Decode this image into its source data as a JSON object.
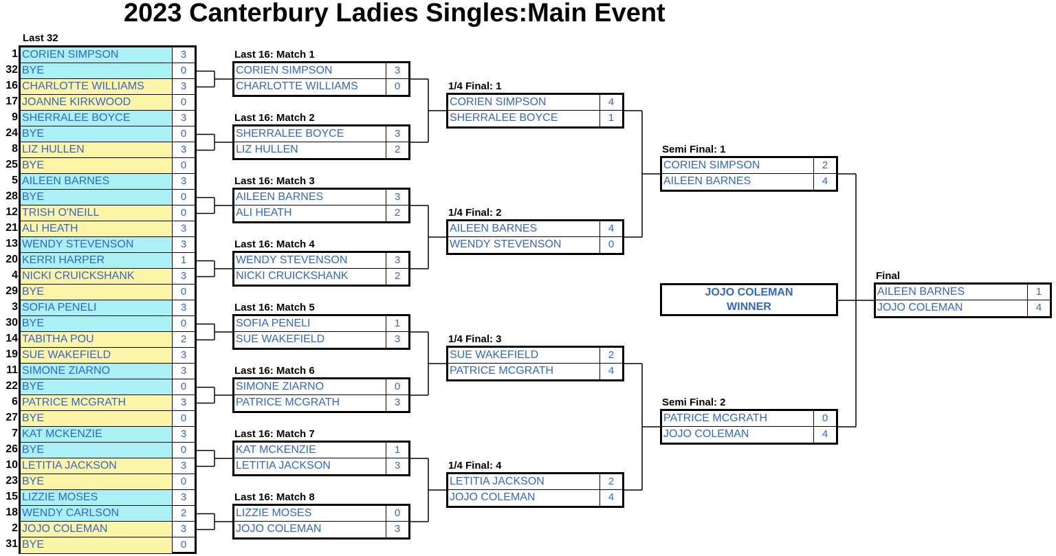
{
  "title": "2023 Canterbury Ladies Singles:Main Event",
  "last32": {
    "label": "Last 32",
    "rows": [
      {
        "seed": "1",
        "name": "CORIEN SIMPSON",
        "score": "3"
      },
      {
        "seed": "32",
        "name": "BYE",
        "score": "0"
      },
      {
        "seed": "16",
        "name": "CHARLOTTE WILLIAMS",
        "score": "3"
      },
      {
        "seed": "17",
        "name": "JOANNE KIRKWOOD",
        "score": "0"
      },
      {
        "seed": "9",
        "name": "SHERRALEE BOYCE",
        "score": "3"
      },
      {
        "seed": "24",
        "name": "BYE",
        "score": "0"
      },
      {
        "seed": "8",
        "name": "LIZ HULLEN",
        "score": "3"
      },
      {
        "seed": "25",
        "name": "BYE",
        "score": "0"
      },
      {
        "seed": "5",
        "name": "AILEEN BARNES",
        "score": "3"
      },
      {
        "seed": "28",
        "name": "BYE",
        "score": "0"
      },
      {
        "seed": "12",
        "name": "TRISH O'NEILL",
        "score": "0"
      },
      {
        "seed": "21",
        "name": "ALI HEATH",
        "score": "3"
      },
      {
        "seed": "13",
        "name": "WENDY STEVENSON",
        "score": "3"
      },
      {
        "seed": "20",
        "name": "KERRI HARPER",
        "score": "1"
      },
      {
        "seed": "4",
        "name": "NICKI CRUICKSHANK",
        "score": "3"
      },
      {
        "seed": "29",
        "name": "BYE",
        "score": "0"
      },
      {
        "seed": "3",
        "name": "SOFIA PENELI",
        "score": "3"
      },
      {
        "seed": "30",
        "name": "BYE",
        "score": "0"
      },
      {
        "seed": "14",
        "name": "TABITHA POU",
        "score": "2"
      },
      {
        "seed": "19",
        "name": "SUE WAKEFIELD",
        "score": "3"
      },
      {
        "seed": "11",
        "name": "SIMONE ZIARNO",
        "score": "3"
      },
      {
        "seed": "22",
        "name": "BYE",
        "score": "0"
      },
      {
        "seed": "6",
        "name": "PATRICE MCGRATH",
        "score": "3"
      },
      {
        "seed": "27",
        "name": "BYE",
        "score": "0"
      },
      {
        "seed": "7",
        "name": "KAT MCKENZIE",
        "score": "3"
      },
      {
        "seed": "26",
        "name": "BYE",
        "score": "0"
      },
      {
        "seed": "10",
        "name": "LETITIA JACKSON",
        "score": "3"
      },
      {
        "seed": "23",
        "name": "BYE",
        "score": "0"
      },
      {
        "seed": "15",
        "name": "LIZZIE MOSES",
        "score": "3"
      },
      {
        "seed": "18",
        "name": "WENDY CARLSON",
        "score": "2"
      },
      {
        "seed": "2",
        "name": "JOJO COLEMAN",
        "score": "3"
      },
      {
        "seed": "31",
        "name": "BYE",
        "score": "0"
      }
    ]
  },
  "last16": [
    {
      "label": "Last 16: Match 1",
      "p1": "CORIEN SIMPSON",
      "s1": "3",
      "p2": "CHARLOTTE WILLIAMS",
      "s2": "0"
    },
    {
      "label": "Last 16: Match 2",
      "p1": "SHERRALEE BOYCE",
      "s1": "3",
      "p2": "LIZ HULLEN",
      "s2": "2"
    },
    {
      "label": "Last 16: Match 3",
      "p1": "AILEEN BARNES",
      "s1": "3",
      "p2": "ALI HEATH",
      "s2": "2"
    },
    {
      "label": "Last 16: Match 4",
      "p1": "WENDY STEVENSON",
      "s1": "3",
      "p2": "NICKI CRUICKSHANK",
      "s2": "2"
    },
    {
      "label": "Last 16: Match 5",
      "p1": "SOFIA PENELI",
      "s1": "1",
      "p2": "SUE WAKEFIELD",
      "s2": "3"
    },
    {
      "label": "Last 16: Match 6",
      "p1": "SIMONE ZIARNO",
      "s1": "0",
      "p2": "PATRICE MCGRATH",
      "s2": "3"
    },
    {
      "label": "Last 16: Match 7",
      "p1": "KAT MCKENZIE",
      "s1": "1",
      "p2": "LETITIA JACKSON",
      "s2": "3"
    },
    {
      "label": "Last 16: Match 8",
      "p1": "LIZZIE MOSES",
      "s1": "0",
      "p2": "JOJO COLEMAN",
      "s2": "3"
    }
  ],
  "quarters": [
    {
      "label": "1/4 Final: 1",
      "p1": "CORIEN SIMPSON",
      "s1": "4",
      "p2": "SHERRALEE BOYCE",
      "s2": "1"
    },
    {
      "label": "1/4 Final: 2",
      "p1": "AILEEN BARNES",
      "s1": "4",
      "p2": "WENDY STEVENSON",
      "s2": "0"
    },
    {
      "label": "1/4 Final: 3",
      "p1": "SUE WAKEFIELD",
      "s1": "2",
      "p2": "PATRICE MCGRATH",
      "s2": "4"
    },
    {
      "label": "1/4 Final: 4",
      "p1": "LETITIA JACKSON",
      "s1": "2",
      "p2": "JOJO COLEMAN",
      "s2": "4"
    }
  ],
  "semis": [
    {
      "label": "Semi Final: 1",
      "p1": "CORIEN SIMPSON",
      "s1": "2",
      "p2": "AILEEN BARNES",
      "s2": "4"
    },
    {
      "label": "Semi Final: 2",
      "p1": "PATRICE MCGRATH",
      "s1": "0",
      "p2": "JOJO COLEMAN",
      "s2": "4"
    }
  ],
  "final": {
    "label": "Final",
    "p1": "AILEEN BARNES",
    "s1": "1",
    "p2": "JOJO COLEMAN",
    "s2": "4"
  },
  "winner": {
    "name": "JOJO COLEMAN",
    "caption": "WINNER"
  }
}
